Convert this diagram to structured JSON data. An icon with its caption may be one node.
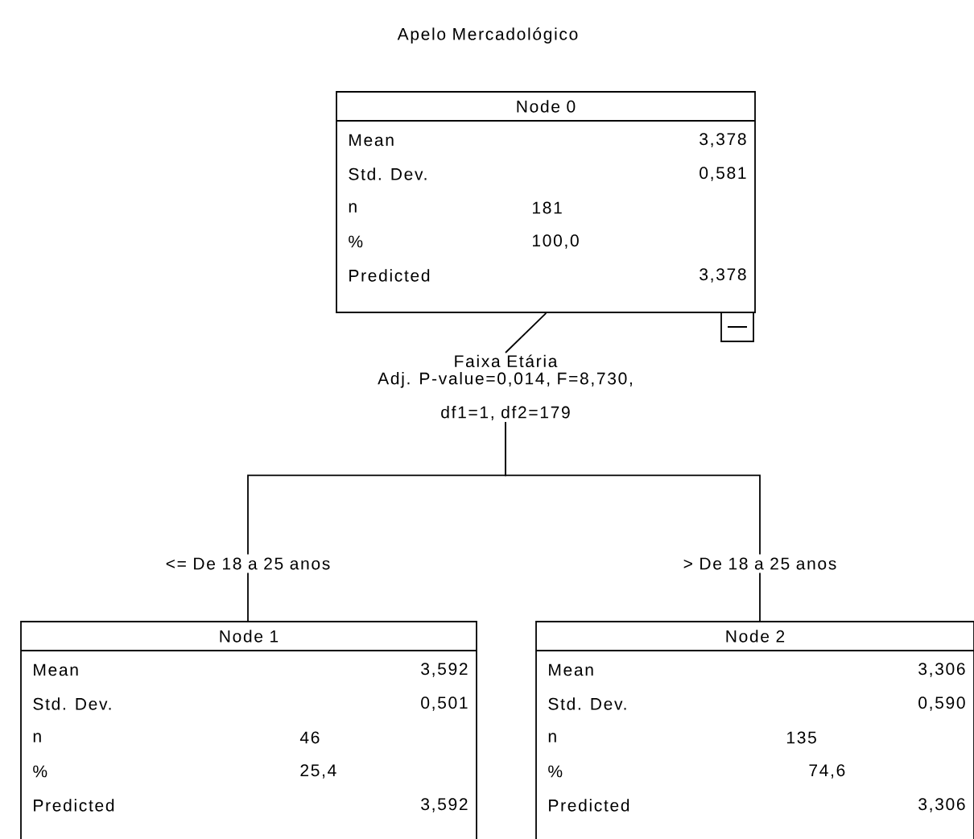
{
  "diagram": {
    "title": "Apelo Mercadológico",
    "nodes": [
      {
        "text": [
          "Node 0",
          "Mean",
          "3,378",
          "Std. Dev.",
          "0,581",
          "n",
          "181",
          "%",
          "100,0",
          "Predicted",
          "3,378"
        ]
      },
      {
        "text": [
          "Faixa Etária",
          "Adj. P-value=0,014, F=8,730, df1=1, df2=179"
        ]
      },
      {
        "text": [
          "Node 1",
          "Mean",
          "3,592",
          "Std. Dev.",
          "0,501",
          "n",
          "46",
          "%",
          "25,4",
          "Predicted",
          "3,592"
        ]
      },
      {
        "text": [
          "Node 2",
          "Mean",
          "3,306",
          "Std. Dev.",
          "0,590",
          "n",
          "135",
          "%",
          "74,6",
          "Predicted",
          "3,306"
        ]
      }
    ],
    "edges": [
      {
        "from": 0,
        "to": 1,
        "arrow": "none"
      },
      {
        "from": 1,
        "to": 2,
        "arrow": "none",
        "label": "<= De 18 a 25 anos"
      },
      {
        "from": 1,
        "to": 3,
        "arrow": "none",
        "label": "> De 18 a 25 anos"
      }
    ]
  }
}
